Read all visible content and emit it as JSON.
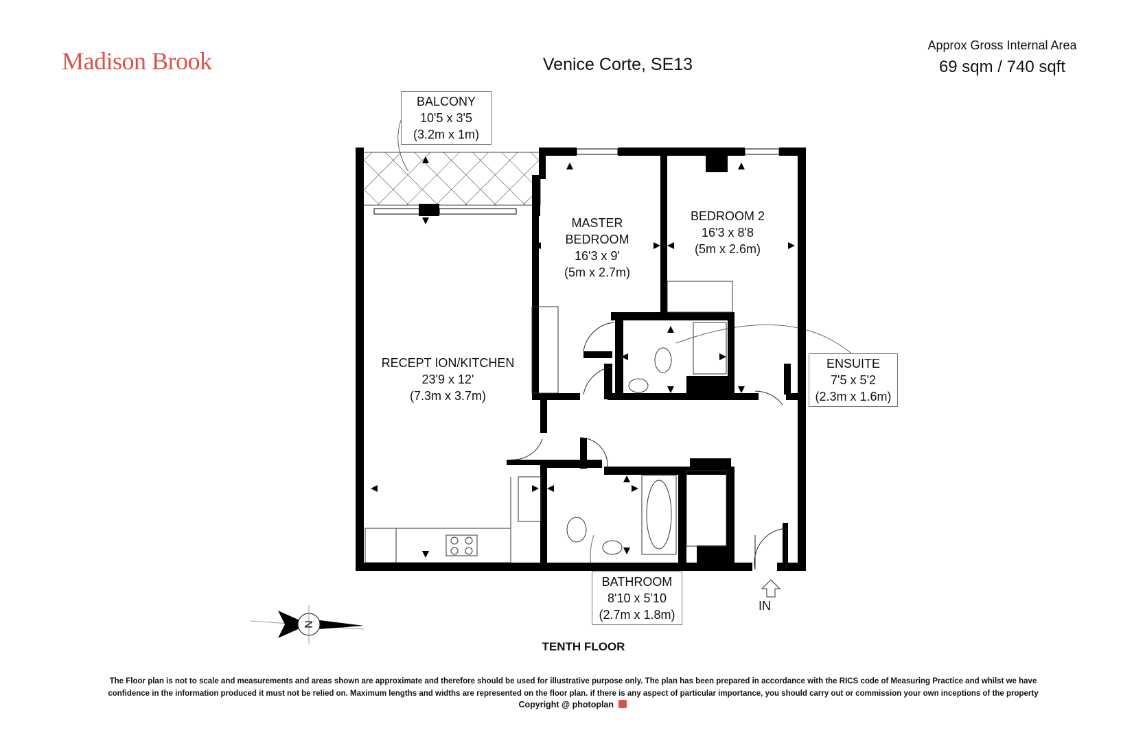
{
  "header": {
    "brand": "Madison Brook",
    "property": "Venice Corte, SE13",
    "area_label": "Approx Gross Internal Area",
    "area_value": "69 sqm / 740 sqft"
  },
  "rooms": {
    "balcony": {
      "name": "BALCONY",
      "imperial": "10'5 x 3'5",
      "metric": "(3.2m x 1m)"
    },
    "master": {
      "name_line1": "MASTER",
      "name_line2": "BEDROOM",
      "imperial": "16'3 x 9'",
      "metric": "(5m x 2.7m)"
    },
    "bedroom2": {
      "name": "BEDROOM 2",
      "imperial": "16'3 x 8'8",
      "metric": "(5m x 2.6m)"
    },
    "reception": {
      "name": "RECEPT ION/KITCHEN",
      "imperial": "23'9 x 12'",
      "metric": "(7.3m x 3.7m)"
    },
    "ensuite": {
      "name": "ENSUITE",
      "imperial": "7'5 x 5'2",
      "metric": "(2.3m x 1.6m)"
    },
    "bathroom": {
      "name": "BATHROOM",
      "imperial": "8'10 x 5'10",
      "metric": "(2.7m x 1.8m)"
    }
  },
  "entrance_label": "IN",
  "compass_letter": "N",
  "floor_label": "TENTH FLOOR",
  "footer": {
    "disclaimer_line1": "The Floor plan is not to scale and measurements and areas shown are approximate and therefore should be used for illustrative purpose only. The plan has been prepared in accordance with the RICS code of Measuring Practice and whilst we have",
    "disclaimer_line2": "confidence in the information produced it must not be relied on. Maximum  lengths and widths are represented on the floor plan. if there is any aspect of particular importance, you should carry out or commission your own inceptions of the property",
    "copyright": "Copyright @ photoplan"
  },
  "colors": {
    "brand": "#d9534a",
    "wall": "#000000"
  }
}
